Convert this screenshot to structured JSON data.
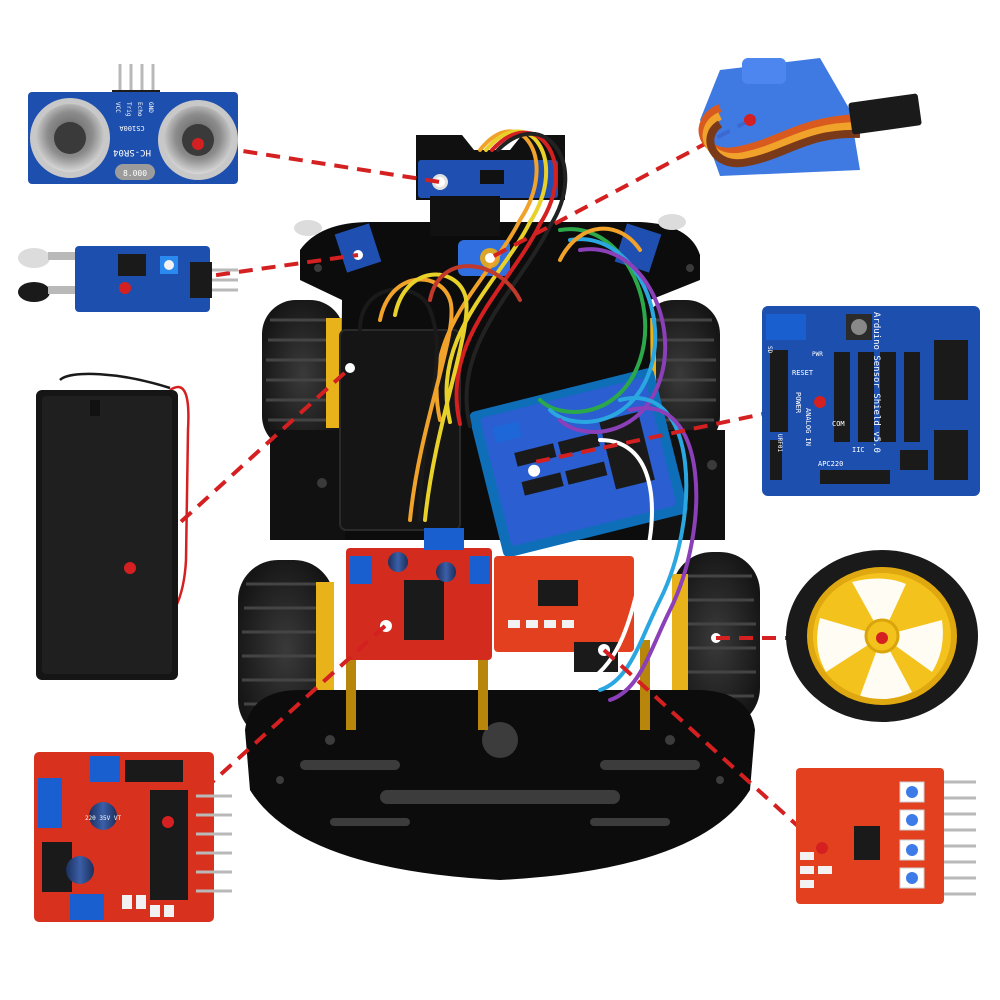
{
  "colors": {
    "background": "#ffffff",
    "leader_line": "#d42020",
    "chassis": "#0c0c0c",
    "tire": "#2a2a2a",
    "hub": "#f4c21c",
    "board_blue": "#1d4fae",
    "board_red": "#d8321e",
    "servo_blue": "#2f6fe0"
  },
  "labels": {
    "ultrasonic_model": "HC-SR04",
    "ultrasonic_pins": [
      "VCC",
      "Trig",
      "Echo",
      "GND"
    ],
    "ultrasonic_crystal": "8.000",
    "ultrasonic_chip": "CS100A",
    "shield_title": "Arduino Sensor Shield v5.0",
    "shield_reset": "RESET",
    "shield_power": "POWER",
    "shield_analog": "ANALOG IN",
    "shield_iic": "IIC",
    "shield_com": "COM",
    "shield_apc": "APC220",
    "shield_urf": "URF01",
    "shield_sd": "SD",
    "shield_pwr": "PWR",
    "cap_rating": "220 35V VT"
  },
  "components": [
    {
      "name": "ultrasonic-sensor-module",
      "icon": "ultrasonic-icon"
    },
    {
      "name": "ir-obstacle-sensor-module",
      "icon": "ir-sensor-icon"
    },
    {
      "name": "battery-box",
      "icon": "battery-icon"
    },
    {
      "name": "motor-driver-board",
      "icon": "driver-board-icon"
    },
    {
      "name": "servo-motor",
      "icon": "servo-icon"
    },
    {
      "name": "sensor-shield-board",
      "icon": "shield-icon"
    },
    {
      "name": "wheel",
      "icon": "wheel-icon"
    },
    {
      "name": "line-tracking-module",
      "icon": "tracking-icon"
    }
  ]
}
